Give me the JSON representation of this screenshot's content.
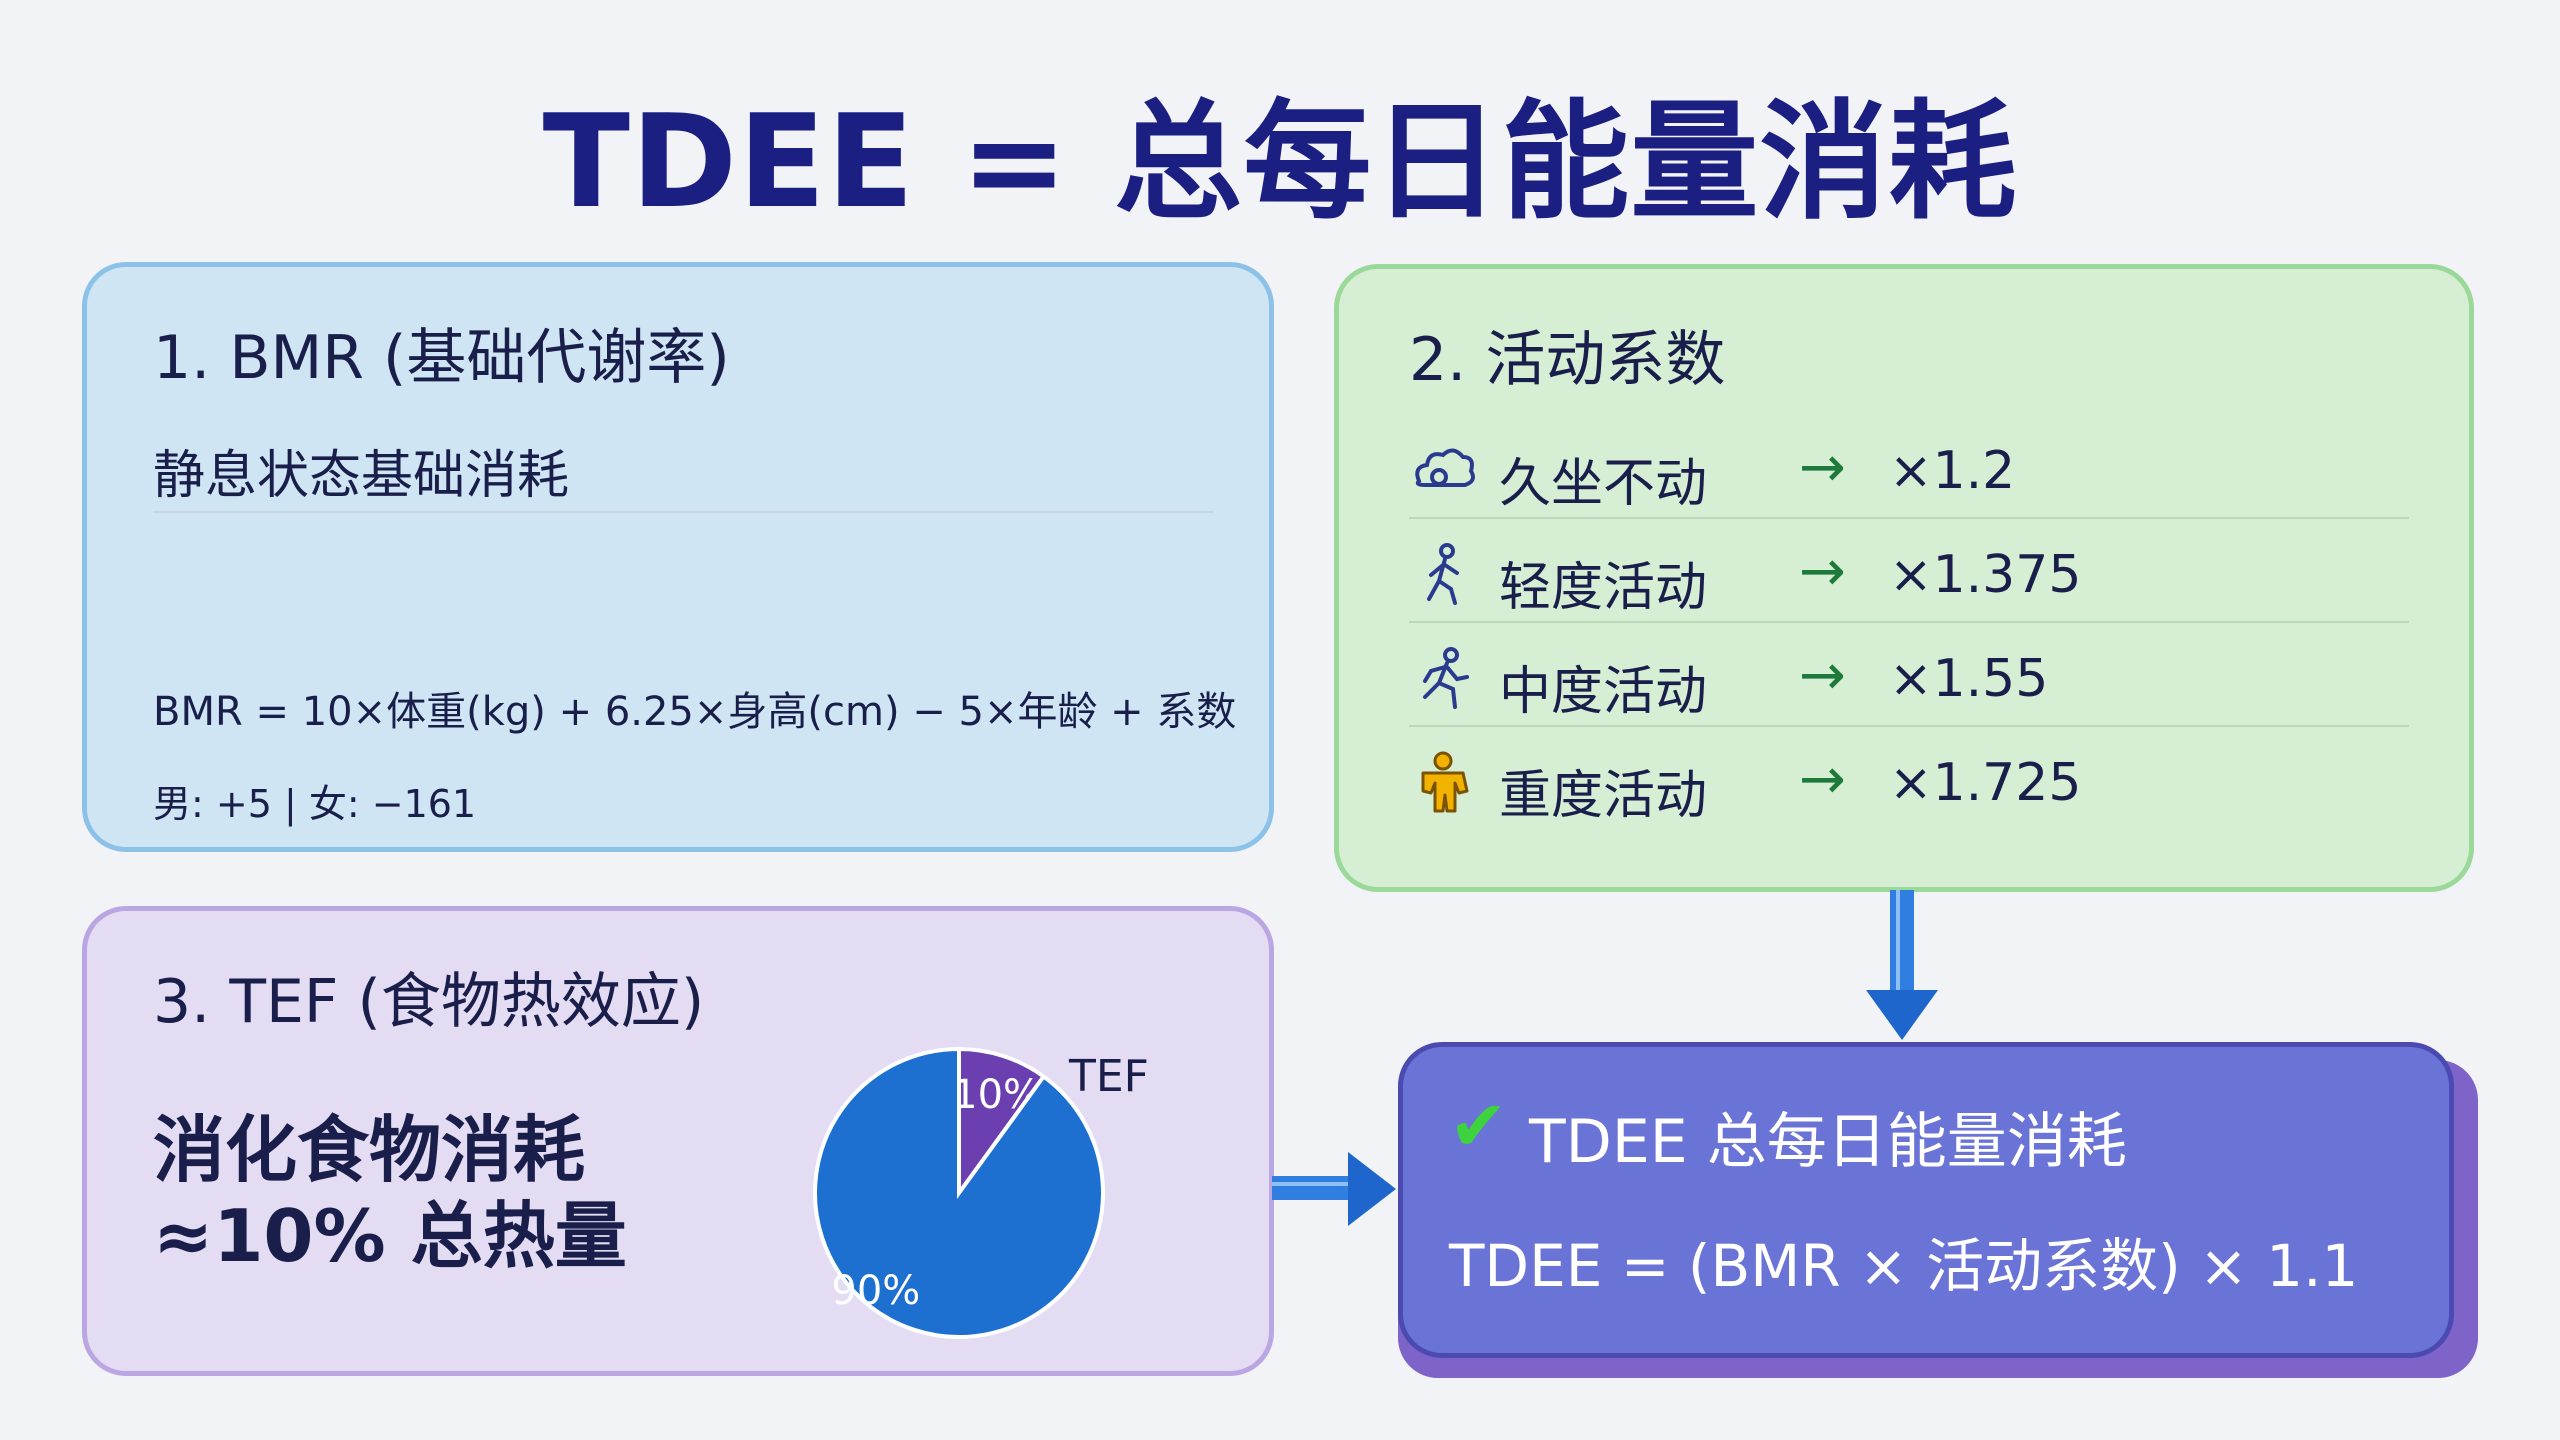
{
  "title": "TDEE = 总每日能量消耗",
  "bmr": {
    "heading": "1. BMR (基础代谢率)",
    "subtitle": "静息状态基础消耗",
    "formula": "BMR = 10×体重(kg) + 6.25×身高(cm) − 5×年龄 + 系数",
    "note": "男: +5 | 女: −161"
  },
  "activity": {
    "heading": "2. 活动系数",
    "arrow": "→",
    "levels": [
      {
        "label": "久坐不动",
        "factor": "×1.2",
        "icon": "sofa-icon"
      },
      {
        "label": "轻度活动",
        "factor": "×1.375",
        "icon": "walking-icon"
      },
      {
        "label": "中度活动",
        "factor": "×1.55",
        "icon": "running-icon"
      },
      {
        "label": "重度活动",
        "factor": "×1.725",
        "icon": "weightlifter-icon"
      }
    ]
  },
  "tef": {
    "heading": "3. TEF (食物热效应)",
    "line1": "消化食物消耗",
    "line2": "≈10% 总热量",
    "pie_legend": "TEF"
  },
  "chart_data": {
    "type": "pie",
    "slices": [
      {
        "label": "10%",
        "value": 10,
        "color": "#6b3fb0"
      },
      {
        "label": "90%",
        "value": 90,
        "color": "#1d6fd0"
      }
    ]
  },
  "tdee": {
    "check": "✔",
    "heading": "TDEE 总每日能量消耗",
    "formula": "TDEE = (BMR × 活动系数) × 1.1"
  },
  "colors": {
    "title": "#1c1f82",
    "bmr_bg": "#cfe5f3",
    "activity_bg": "#d6efd4",
    "tef_bg": "#e3dcf2",
    "tdee_bg": "#6a73d6",
    "arrow": "#2f7ee0"
  }
}
